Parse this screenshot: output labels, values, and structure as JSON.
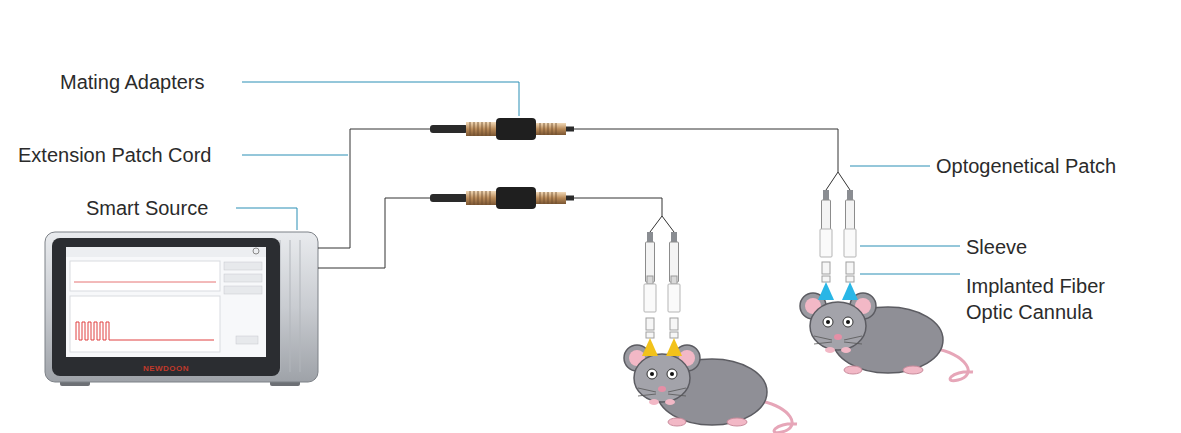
{
  "diagram": {
    "labels": [
      "Mating Adapters",
      "Extension Patch Cord",
      "Smart Source",
      "Optogenetical Patch",
      "Sleeve",
      "Implanted Fiber Optic Cannula",
      "NEWDOON"
    ]
  }
}
